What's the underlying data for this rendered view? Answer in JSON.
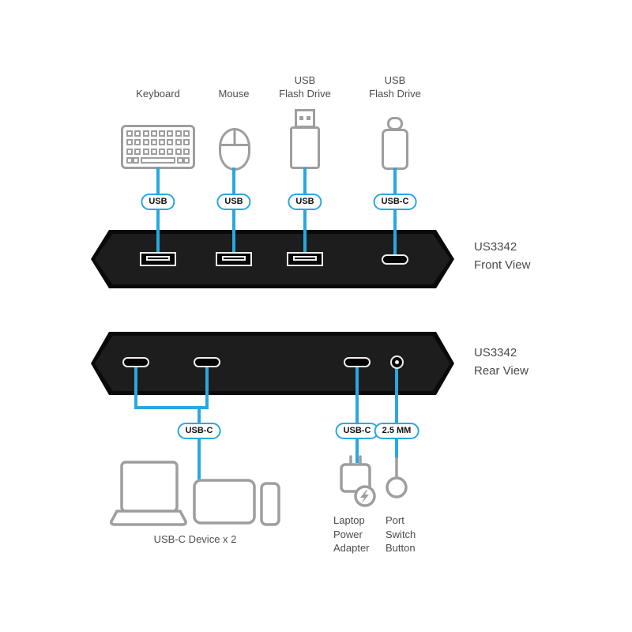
{
  "colors": {
    "accent": "#29a8e0",
    "icon_gray": "#9e9e9e",
    "device_body": "#1d1d1d"
  },
  "front_section": {
    "peripherals": [
      {
        "label": "Keyboard",
        "badge": "USB"
      },
      {
        "label": "Mouse",
        "badge": "USB"
      },
      {
        "label": "USB\nFlash Drive",
        "badge": "USB"
      },
      {
        "label": "USB\nFlash Drive",
        "badge": "USB-C"
      }
    ],
    "ports": [
      "USB-A",
      "USB-A",
      "USB-A",
      "USB-C"
    ],
    "device_label": "US3342\nFront View"
  },
  "rear_section": {
    "device_label": "US3342\nRear View",
    "ports": [
      "USB-C",
      "USB-C",
      "USB-C",
      "2.5mm-jack"
    ],
    "connections": [
      {
        "badge": "USB-C",
        "label": "USB-C Device x 2"
      },
      {
        "badge": "USB-C",
        "label": "Laptop\nPower\nAdapter"
      },
      {
        "badge": "2.5 MM",
        "label": "Port\nSwitch\nButton"
      }
    ]
  }
}
